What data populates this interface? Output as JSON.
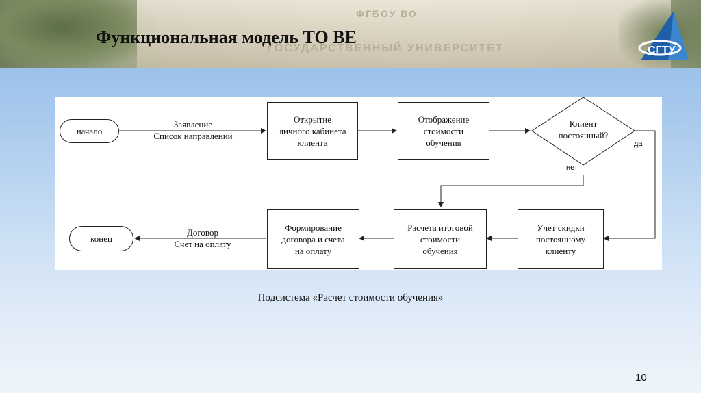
{
  "slide": {
    "title": "Функциональная модель ТО ВЕ",
    "caption": "Подсистема «Расчет стоимости обучения»",
    "page_number": "10"
  },
  "background": {
    "building_text_line1": "ФГБОУ ВО",
    "building_text_line2": "ГОСУДАРСТВЕННЫЙ УНИВЕРСИТЕТ",
    "logo_text": "СГТУ",
    "logo_icon": "university-logo-icon"
  },
  "diagram": {
    "nodes": {
      "start": "начало",
      "open_cabinet": [
        "Открытие",
        "личного кабинета",
        "клиента"
      ],
      "show_cost": [
        "Отображение",
        "стоимости",
        "обучения"
      ],
      "decision": [
        "Клиент",
        "постоянный?"
      ],
      "discount": [
        "Учет скидки",
        "постоянному",
        "клиенту"
      ],
      "calc_total": [
        "Расчета итоговой",
        "стоимости",
        "обучения"
      ],
      "contract": [
        "Формирование",
        "договора и счета",
        "на оплату"
      ],
      "end": "конец"
    },
    "edge_labels": {
      "input": [
        "Заявление",
        "Список направлений"
      ],
      "output": [
        "Договор",
        "Счет на оплату"
      ],
      "yes": "да",
      "no": "нет"
    }
  },
  "colors": {
    "slide_gradient_top": "#9cc1ea",
    "slide_gradient_bottom": "#eef4fb",
    "line": "#222222"
  }
}
